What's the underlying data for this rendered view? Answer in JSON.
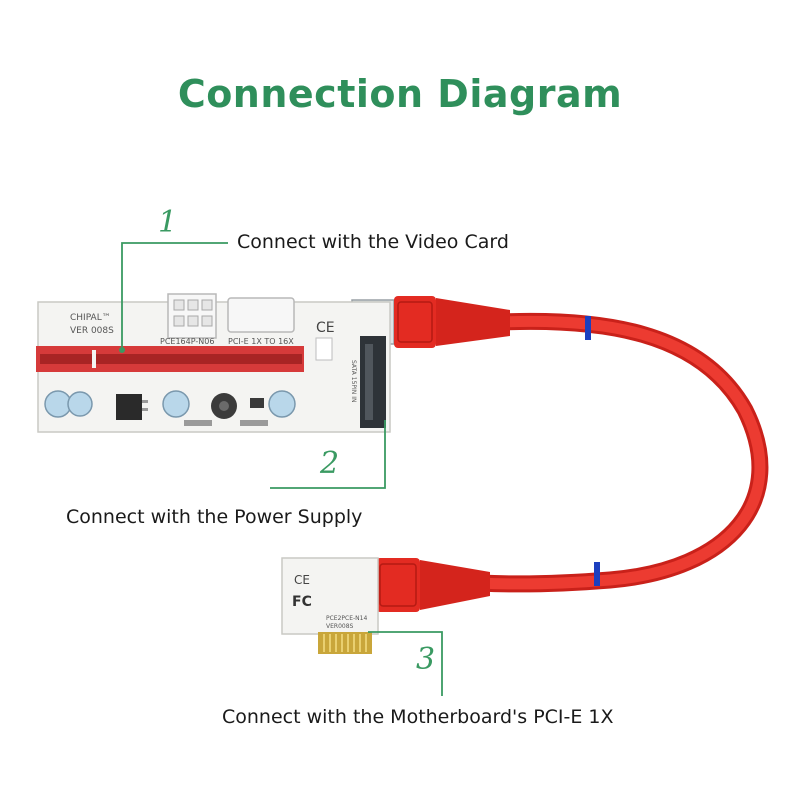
{
  "title": "Connection Diagram",
  "steps": [
    {
      "number": "1",
      "text": "Connect with the Video Card"
    },
    {
      "number": "2",
      "text": "Connect with the Power Supply"
    },
    {
      "number": "3",
      "text": "Connect with the Motherboard's PCI-E 1X"
    }
  ],
  "board_markings": {
    "brand": "CHIPAL™",
    "version": "VER 008S",
    "model": "PCE164P-N06",
    "pcie_text": "PCI-E 1X TO 16X",
    "sata_text": "SATA 15PIN IN",
    "ce": "CE",
    "small_card_model": "PCE2PCE-N14",
    "small_card_version": "VER008S",
    "fc": "FC"
  },
  "colors": {
    "title": "#2f8f5b",
    "leader": "#3a9a62",
    "cable": "#e32b22",
    "slot": "#d63a3a",
    "band": "#1c3fbf"
  }
}
